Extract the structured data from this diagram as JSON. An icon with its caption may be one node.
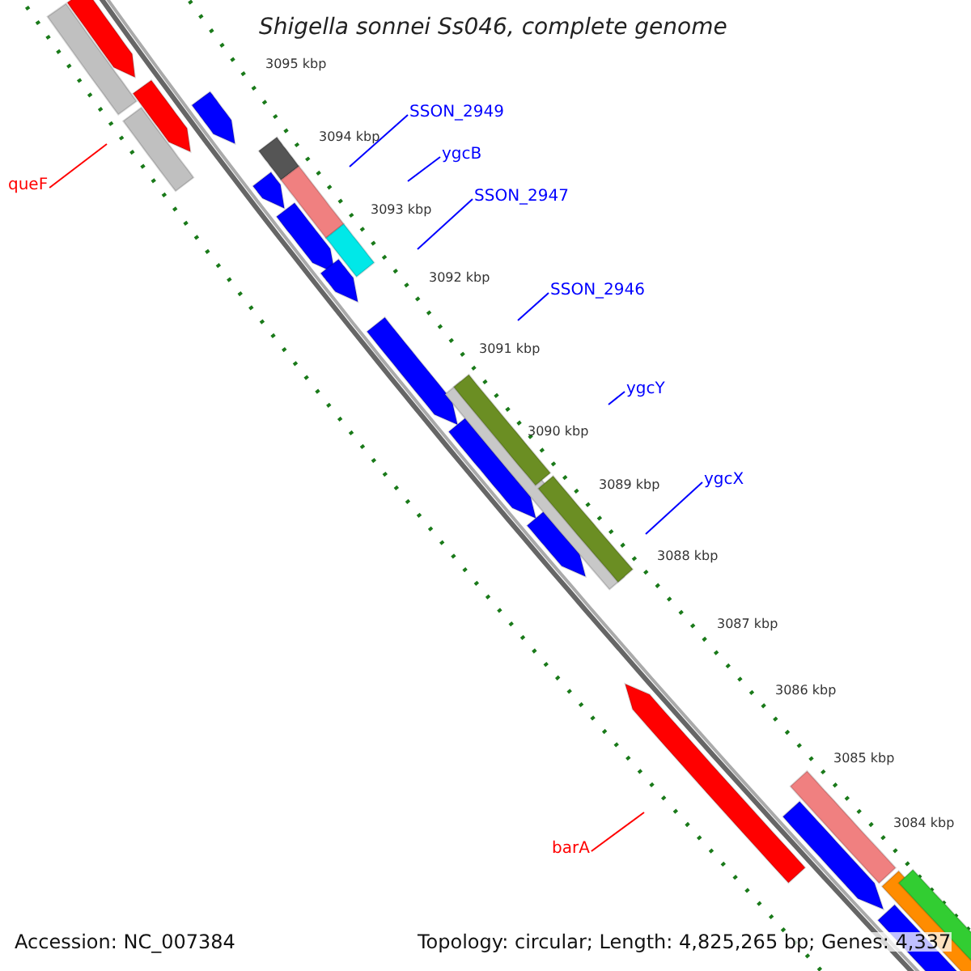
{
  "diagram": {
    "title": "Shigella sonnei Ss046, complete genome",
    "nodes": [
      {
        "text": [
          "queF"
        ]
      },
      {
        "text": [
          "SSON_2949"
        ]
      },
      {
        "text": [
          "ygcB"
        ]
      },
      {
        "text": [
          "SSON_2947"
        ]
      },
      {
        "text": [
          "SSON_2946"
        ]
      },
      {
        "text": [
          "ygcY"
        ]
      },
      {
        "text": [
          "ygcX"
        ]
      },
      {
        "text": [
          "barA"
        ]
      }
    ],
    "edges": [
      {
        "from": 0,
        "to": null,
        "arrow": "none",
        "color": "#ff0000"
      },
      {
        "from": 1,
        "to": null,
        "arrow": "none"
      },
      {
        "from": 2,
        "to": null,
        "arrow": "none"
      },
      {
        "from": 3,
        "to": null,
        "arrow": "none"
      },
      {
        "from": 4,
        "to": null,
        "arrow": "none"
      },
      {
        "from": 5,
        "to": null,
        "arrow": "none"
      },
      {
        "from": 6,
        "to": null,
        "arrow": "none"
      },
      {
        "from": 7,
        "to": null,
        "arrow": "none",
        "color": "#ff0000"
      }
    ],
    "labels": [
      "3095 kbp",
      "3094 kbp",
      "3093 kbp",
      "3092 kbp",
      "3091 kbp",
      "3090 kbp",
      "3089 kbp",
      "3088 kbp",
      "3087 kbp",
      "3086 kbp",
      "3085 kbp",
      "3084 kbp",
      "Accession: NC_007384",
      "Topology: circular; Length: 4,825,265 bp; Genes: 4,337"
    ]
  }
}
